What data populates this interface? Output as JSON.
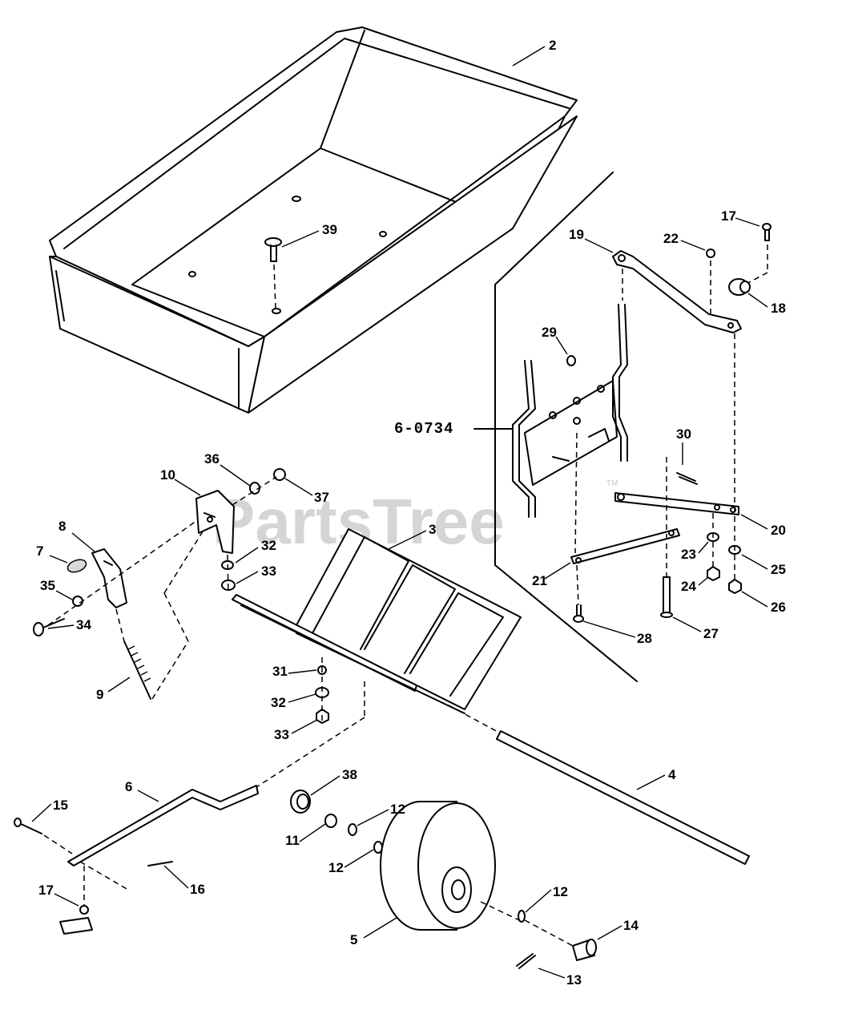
{
  "watermark": {
    "text": "PartsTree",
    "tm": "TM"
  },
  "assembly_label": "6-0734",
  "callouts": [
    "2",
    "39",
    "17",
    "19",
    "22",
    "18",
    "29",
    "30",
    "20",
    "21",
    "23",
    "25",
    "24",
    "26",
    "28",
    "27",
    "36",
    "37",
    "10",
    "3",
    "32",
    "33",
    "8",
    "7",
    "35",
    "34",
    "9",
    "31",
    "32",
    "33",
    "38",
    "4",
    "6",
    "15",
    "12",
    "11",
    "12",
    "17",
    "16",
    "12",
    "14",
    "5",
    "13"
  ]
}
